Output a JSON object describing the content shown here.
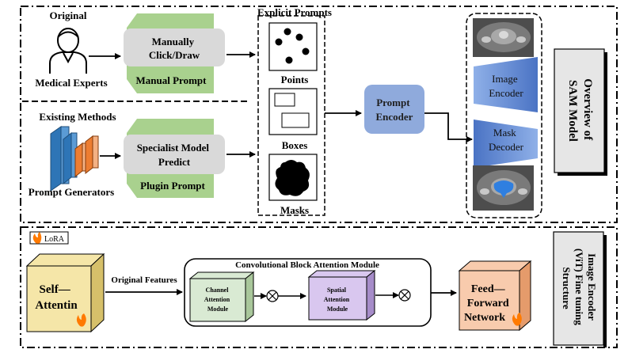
{
  "top_section": {
    "original_label": "Original",
    "medical_experts_label": "Medical Experts",
    "manual_box": "Manually Click/Draw",
    "manual_prompt_label": "Manual Prompt",
    "existing_methods_label": "Existing Methods",
    "prompt_generators_label": "Prompt Generators",
    "specialist_box": [
      "Specialist Model",
      "Predict"
    ],
    "plugin_prompt_label": "Plugin Prompt",
    "explicit_prompts_title": "Explicit Prompts",
    "points_label": "Points",
    "boxes_label": "Boxes",
    "masks_label": "Masks",
    "prompt_encoder": [
      "Prompt",
      "Encoder"
    ],
    "image_encoder": [
      "Image",
      "Encoder"
    ],
    "mask_decoder": [
      "Mask",
      "Decoder"
    ],
    "side_title": [
      "Overview of",
      "SAM Model"
    ]
  },
  "bottom_section": {
    "lora_badge": "LoRA",
    "self_attention": [
      "Self—",
      "Attentin"
    ],
    "original_features": "Original Features",
    "cbam_title": "Convolutional Block Attention Module",
    "channel_attention": [
      "Channel",
      "Attention",
      "Module"
    ],
    "spatial_attention": [
      "Spatial",
      "Attention",
      "Module"
    ],
    "multiply_symbol": "⊗",
    "feed_forward": [
      "Feed—",
      "Forward",
      "Network"
    ],
    "side_title": [
      "Image Encoder",
      "(ViT) Fine tuning",
      "Structure"
    ]
  },
  "colors": {
    "gray_box": "#d9d9d9",
    "green_label": "#a9d18e",
    "prompt_encoder_fill": "#8faadc",
    "encoder_fill": "#4a73c4",
    "self_attention_fill": "#f5e6a8",
    "channel_fill": "#d9ead3",
    "spatial_fill": "#d9c7ef",
    "feed_forward_fill": "#f8cbad",
    "ct_gray": "#5a5a5a",
    "cnn_blue": "#2e75b6",
    "cnn_orange": "#ed7d31"
  }
}
